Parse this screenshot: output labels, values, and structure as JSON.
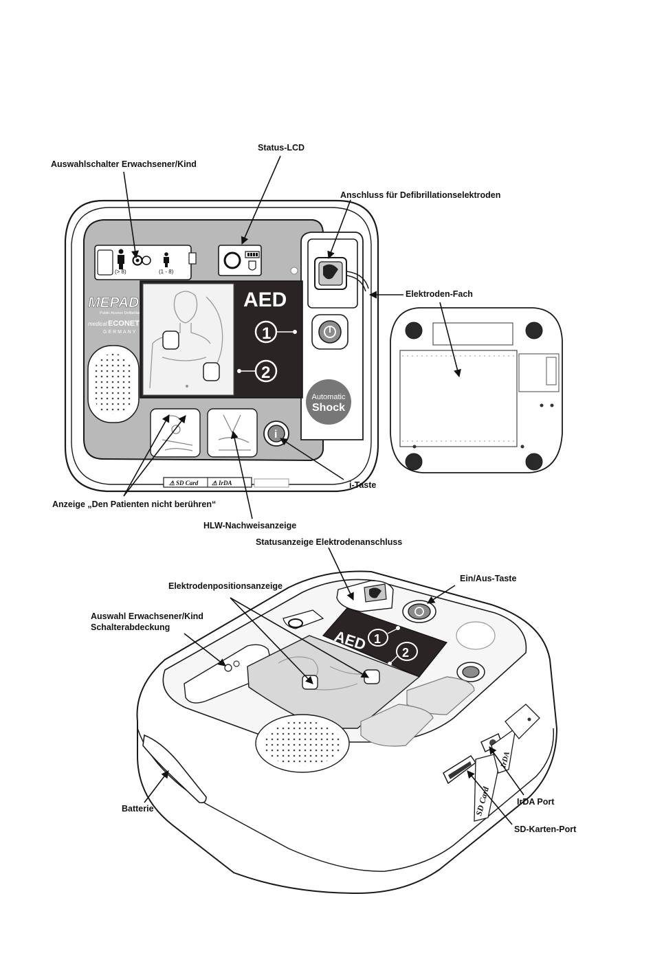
{
  "labels": {
    "status_lcd": "Status-LCD",
    "selector_adult_child": "Auswahlschalter Erwachsener/Kind",
    "electrode_connector": "Anschluss für Defibrillationselektroden",
    "electrode_compartment": "Elektroden-Fach",
    "do_not_touch": "Anzeige „Den Patienten nicht berühren“",
    "i_button": "i-Taste",
    "cpr_indicator": "HLW-Nachweisanzeige",
    "electrode_status": "Statusanzeige Elektrodenanschluss",
    "electrode_position": "Elektrodenpositionsanzeige",
    "on_off": "Ein/Aus-Taste",
    "selector_cover_line1": "Auswahl Erwachsener/Kind",
    "selector_cover_line2": "Schalterabdeckung",
    "battery": "Batterie",
    "irda_port": "IrDA Port",
    "sd_port": "SD-Karten-Port"
  },
  "device": {
    "brand": "MEPAD",
    "brand_sub": "Public Access Defibrillator",
    "maker_prefix": "medical",
    "maker": "ECONET",
    "maker_country": "GERMANY",
    "aed": "AED",
    "step1": "1",
    "step2": "2",
    "adult_range": "(> 8)",
    "child_range": "(1 - 8)",
    "auto_line1": "Automatic",
    "auto_line2": "Shock",
    "sd_card": "SD Card",
    "irda": "IrDA",
    "info_glyph": "i"
  },
  "colors": {
    "panel_gray": "#b9b9b9",
    "dark_panel": "#2a2424",
    "outline": "#1a1a1a",
    "button_gray": "#8c8c8c"
  }
}
